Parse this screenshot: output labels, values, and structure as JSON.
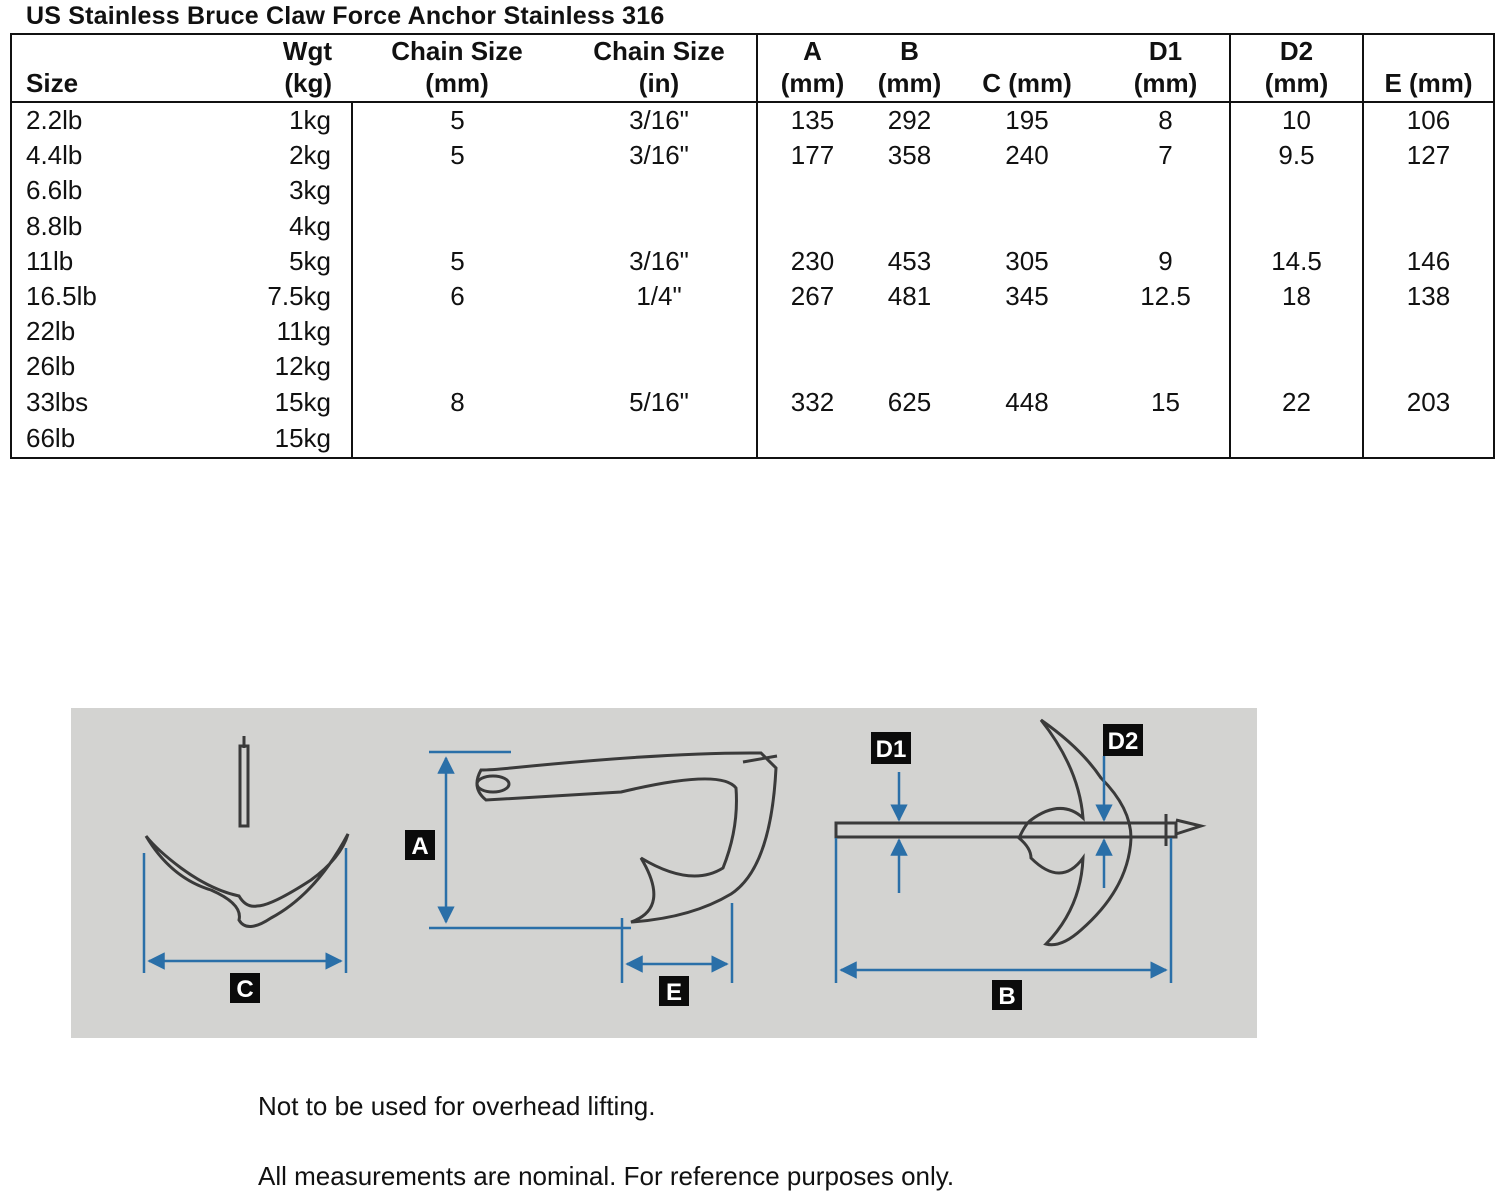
{
  "title": "US Stainless Bruce Claw Force Anchor Stainless 316",
  "headers": [
    {
      "top": "",
      "bottom": "Size"
    },
    {
      "top": "Wgt",
      "bottom": "(kg)"
    },
    {
      "top": "Chain Size",
      "bottom": "(mm)"
    },
    {
      "top": "Chain Size",
      "bottom": "(in)"
    },
    {
      "top": "A",
      "bottom": "(mm)"
    },
    {
      "top": "B",
      "bottom": "(mm)"
    },
    {
      "top": "",
      "bottom": "C (mm)"
    },
    {
      "top": "D1",
      "bottom": "(mm)"
    },
    {
      "top": "D2",
      "bottom": "(mm)"
    },
    {
      "top": "",
      "bottom": "E (mm)"
    }
  ],
  "rows": [
    [
      "2.2lb",
      "1kg",
      "5",
      "3/16\"",
      "135",
      "292",
      "195",
      "8",
      "10",
      "106"
    ],
    [
      "4.4lb",
      "2kg",
      "5",
      "3/16\"",
      "177",
      "358",
      "240",
      "7",
      "9.5",
      "127"
    ],
    [
      "6.6lb",
      "3kg",
      "",
      "",
      "",
      "",
      "",
      "",
      "",
      ""
    ],
    [
      "8.8lb",
      "4kg",
      "",
      "",
      "",
      "",
      "",
      "",
      "",
      ""
    ],
    [
      "11lb",
      "5kg",
      "5",
      "3/16\"",
      "230",
      "453",
      "305",
      "9",
      "14.5",
      "146"
    ],
    [
      "16.5lb",
      "7.5kg",
      "6",
      "1/4\"",
      "267",
      "481",
      "345",
      "12.5",
      "18",
      "138"
    ],
    [
      "22lb",
      "11kg",
      "",
      "",
      "",
      "",
      "",
      "",
      "",
      ""
    ],
    [
      "26lb",
      "12kg",
      "",
      "",
      "",
      "",
      "",
      "",
      "",
      ""
    ],
    [
      "33lbs",
      "15kg",
      "8",
      "5/16\"",
      "332",
      "625",
      "448",
      "15",
      "22",
      "203"
    ],
    [
      "66lb",
      "15kg",
      "",
      "",
      "",
      "",
      "",
      "",
      "",
      ""
    ]
  ],
  "diagram": {
    "labels": {
      "a": "A",
      "b": "B",
      "c": "C",
      "d1": "D1",
      "d2": "D2",
      "e": "E"
    },
    "colors": {
      "background": "#d3d3d1",
      "dimension_line": "#2a6fa8",
      "anchor": "#3a3a3a"
    }
  },
  "notes": [
    "Not to be used for overhead lifting.",
    "All measurements are nominal. For reference purposes only."
  ]
}
